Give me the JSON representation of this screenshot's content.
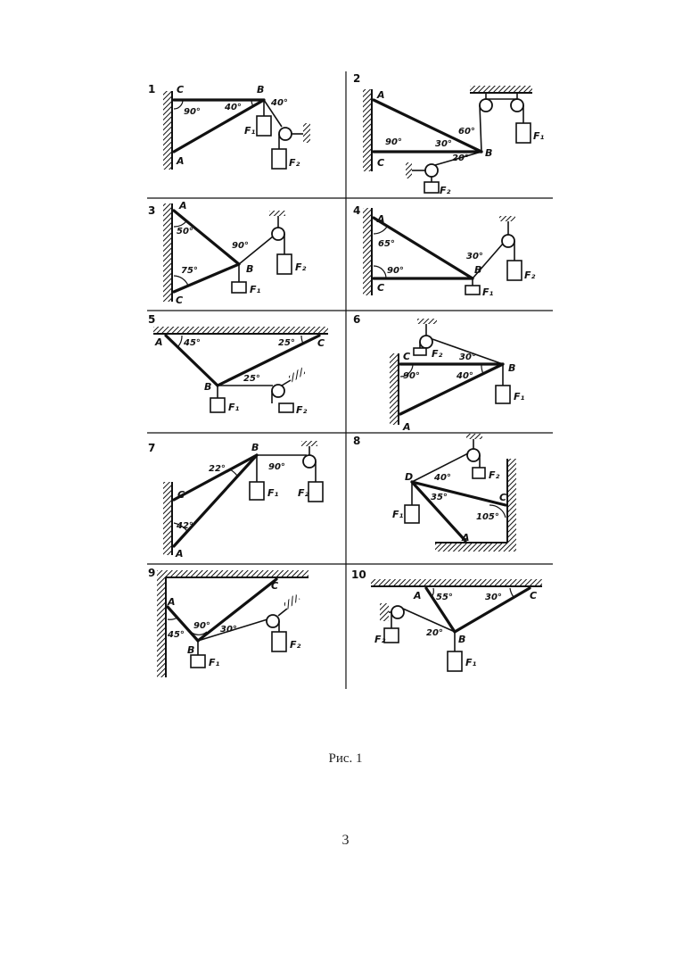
{
  "figure": {
    "caption": "Рис. 1",
    "page_number": "3"
  },
  "panels": [
    {
      "number": "1",
      "points": [
        "C",
        "B",
        "A"
      ],
      "angles": [
        "90°",
        "40°",
        "40°"
      ],
      "forces": [
        "F₁",
        "F₂"
      ]
    },
    {
      "number": "2",
      "points": [
        "A",
        "C",
        "B"
      ],
      "angles": [
        "90°",
        "30°",
        "60°",
        "20°"
      ],
      "forces": [
        "F₁",
        "F₂"
      ]
    },
    {
      "number": "3",
      "points": [
        "A",
        "C",
        "B"
      ],
      "angles": [
        "50°",
        "75°",
        "90°"
      ],
      "forces": [
        "F₁",
        "F₂"
      ]
    },
    {
      "number": "4",
      "points": [
        "A",
        "C",
        "B"
      ],
      "angles": [
        "65°",
        "90°",
        "30°"
      ],
      "forces": [
        "F₁",
        "F₂"
      ]
    },
    {
      "number": "5",
      "points": [
        "A",
        "C",
        "B"
      ],
      "angles": [
        "45°",
        "25°",
        "25°"
      ],
      "forces": [
        "F₁",
        "F₂"
      ]
    },
    {
      "number": "6",
      "points": [
        "C",
        "B",
        "A"
      ],
      "angles": [
        "30°",
        "90°",
        "40°"
      ],
      "forces": [
        "F₂",
        "F₁"
      ]
    },
    {
      "number": "7",
      "points": [
        "B",
        "C",
        "A"
      ],
      "angles": [
        "22°",
        "90°",
        "42°"
      ],
      "forces": [
        "F₁",
        "F₂"
      ]
    },
    {
      "number": "8",
      "points": [
        "D",
        "C",
        "A"
      ],
      "angles": [
        "40°",
        "35°",
        "105°"
      ],
      "forces": [
        "F₁",
        "F₂"
      ]
    },
    {
      "number": "9",
      "points": [
        "A",
        "C",
        "B"
      ],
      "angles": [
        "45°",
        "90°",
        "30°"
      ],
      "forces": [
        "F₁",
        "F₂"
      ]
    },
    {
      "number": "10",
      "points": [
        "A",
        "C",
        "B"
      ],
      "angles": [
        "55°",
        "30°",
        "20°"
      ],
      "forces": [
        "F₂",
        "F₁"
      ]
    }
  ]
}
